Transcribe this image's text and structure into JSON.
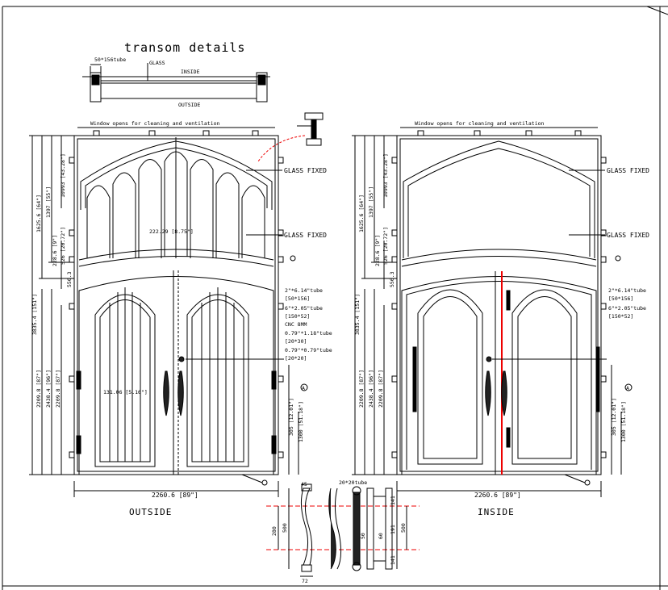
{
  "transom": {
    "title": "transom details",
    "tube_label": "50*156tube",
    "glass_label": "GLASS",
    "inside_label": "INSIDE",
    "outside_label": "OUTSIDE"
  },
  "outside_view": {
    "caption": "OUTSIDE",
    "window_note": "Window opens for cleaning and ventilation",
    "glass_fixed_top": "GLASS FIXED",
    "glass_fixed_mid": "GLASS FIXED",
    "tube_1": "2\"*6.14\"tube",
    "tube_1_metric": "[50*156]",
    "tube_2": "6\"*2.05\"tube",
    "tube_2_metric": "[150*52]",
    "cnc": "CNC 8MM",
    "tube_3": "0.79\"*1.18\"tube",
    "tube_3_metric": "[20*30]",
    "tube_4": "0.79\"*0.79\"tube",
    "tube_4_metric": "[20*20]",
    "width": "2260.6 [89\"]",
    "transom_span": "222.29 [8.75\"]",
    "door_span": "131.06 [5.16\"]",
    "h_total": "3835.4 [151\"]",
    "h_1625": "1625.6 [64\"]",
    "h_1397": "1397 [55\"]",
    "h_10993": "10993 [43.28\"]",
    "h_228": "228.6 [9\"]",
    "h_526": "526 [20.72\"]",
    "h_556": "556.3",
    "h_2209a": "2209.8 [87\"]",
    "h_2438": "2438.4 [96\"]",
    "h_2209b": "2209.8 [87\"]",
    "h_305": "305 [12.01\"]",
    "h_1300": "1300 [51.18\"]",
    "marker": "A"
  },
  "inside_view": {
    "caption": "INSIDE",
    "window_note": "Window opens for cleaning and ventilation",
    "glass_fixed_top": "GLASS FIXED",
    "glass_fixed_mid": "GLASS FIXED",
    "tube_1": "2\"*6.14\"tube",
    "tube_1_metric": "[50*156]",
    "tube_2": "6\"*2.05\"tube",
    "tube_2_metric": "[150*52]",
    "width": "2260.6 [89\"]",
    "h_total": "3835.4 [151\"]",
    "h_1625": "1625.6 [64\"]",
    "h_1397": "1397 [55\"]",
    "h_10993": "10993 [43.28\"]",
    "h_228": "228.6 [9\"]",
    "h_526": "526 [20.72\"]",
    "h_556": "556.3",
    "h_2209a": "2209.8 [87\"]",
    "h_2438": "2438.4 [96\"]",
    "h_2209b": "2209.8 [87\"]",
    "h_305": "305 [12.01\"]",
    "h_1300": "1300 [51.18\"]",
    "marker": "A"
  },
  "handle_detail": {
    "dim_45": "45",
    "dim_280": "280",
    "dim_500a": "500",
    "dim_72": "72",
    "tube_note": "20*20tube",
    "dim_50": "50",
    "dim_60": "60",
    "dim_141a": "141",
    "dim_191": "191",
    "dim_141b": "141",
    "dim_500b": "500"
  },
  "colors": {
    "line": "#000000",
    "accent_red": "#e00000",
    "fill_dark": "#222222",
    "background": "#ffffff"
  }
}
